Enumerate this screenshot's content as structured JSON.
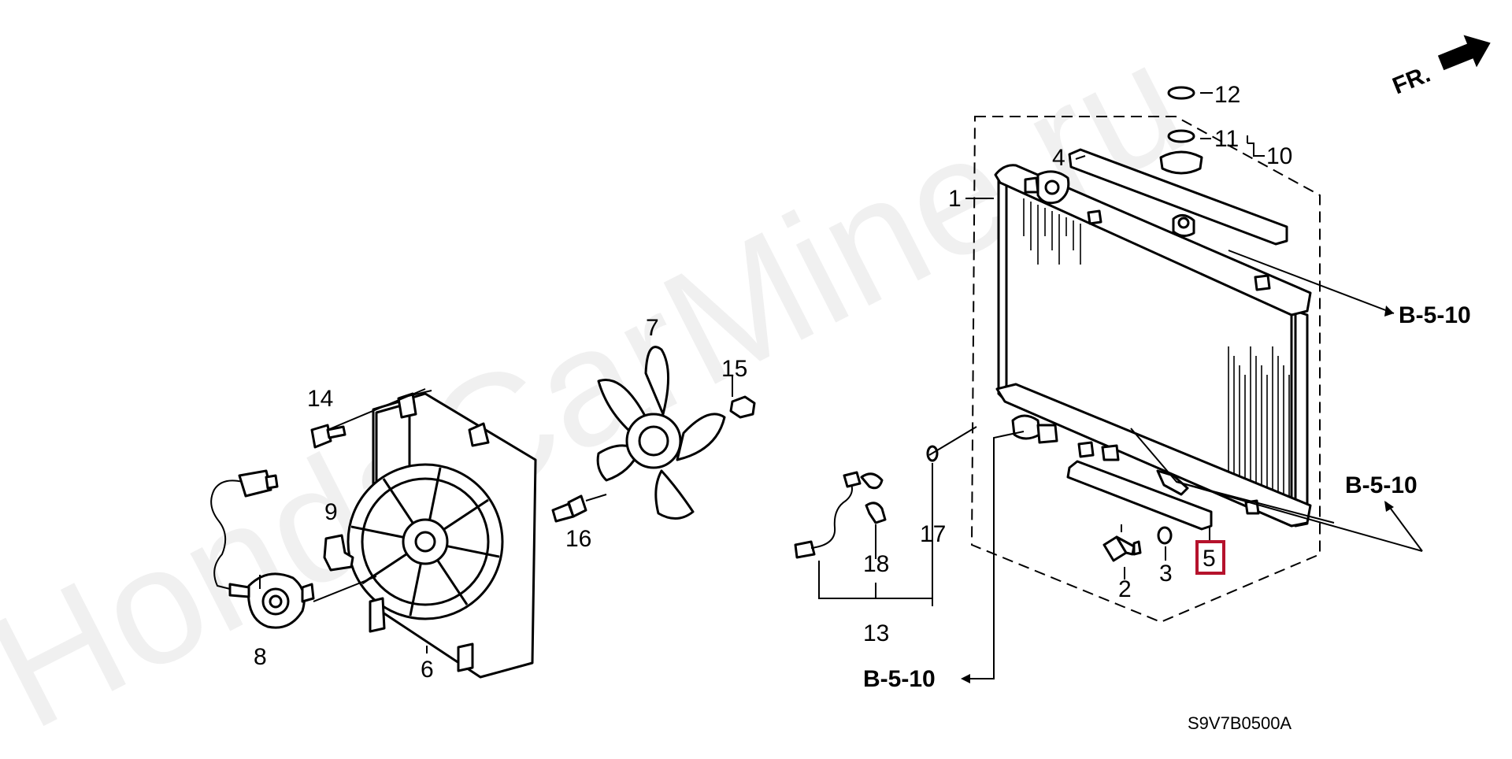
{
  "watermark": "HondaCarMine.ru",
  "diagram_code": "S9V7B0500A",
  "front_indicator": "FR.",
  "highlight_color": "#b5122c",
  "references": {
    "upper_right": "B-5-10",
    "lower_right": "B-5-10",
    "lower_left": "B-5-10"
  },
  "parts": {
    "p1": "1",
    "p2": "2",
    "p3": "3",
    "p4": "4",
    "p5": "5",
    "p6": "6",
    "p7": "7",
    "p8": "8",
    "p9": "9",
    "p10": "10",
    "p11": "11",
    "p12": "12",
    "p13": "13",
    "p14": "14",
    "p15": "15",
    "p16": "16",
    "p17": "17",
    "p18": "18"
  }
}
